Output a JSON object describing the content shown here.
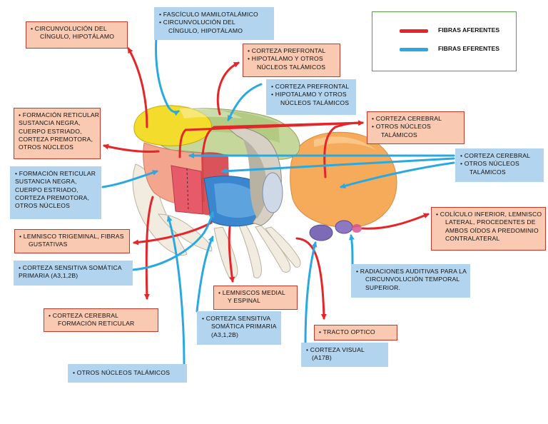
{
  "legend": {
    "afferent": "FIBRAS AFERENTES",
    "efferent": "FIBRAS EFERENTES",
    "afferent_color": "#e4262a",
    "efferent_color": "#2aa9e0"
  },
  "labels": {
    "cingulo_hipotalamo": [
      "• CIRCUNVOLUCIÓN DEL",
      "CÍNGULO, HIPOTÁLAMO"
    ],
    "fasciculo": [
      "• FASCÍCULO MAMILOTALÁMICO",
      "• CIRCUNVOLUCIÓN DEL",
      "CÍNGULO, HIPOTÁLAMO"
    ],
    "prefrontal_aff": [
      "• CORTEZA PREFRONTAL",
      "• HIPOTALAMO Y OTROS",
      "NÚCLEOS TALÁMICOS"
    ],
    "prefrontal_eff": [
      "• CORTEZA PREFRONTAL",
      "• HIPOTALAMO Y OTROS",
      "NÚCLEOS TALÁMICOS"
    ],
    "formacion_aff": [
      "• FORMACIÓN RETICULAR",
      "SUSTANCIA NEGRA,",
      "CUERPO ESTRIADO,",
      "CORTEZA PREMOTORA,",
      "OTROS NÚCLEOS"
    ],
    "cerebral_aff": [
      "• CORTEZA CEREBRAL",
      "• OTROS NÚCLEOS",
      "TALÁMICOS"
    ],
    "cerebral_eff": [
      "• CORTEZA CEREBRAL",
      "• OTROS NÚCLEOS",
      "TALÁMICOS"
    ],
    "formacion_eff": [
      "• FORMACIÓN RETICULAR",
      "SUSTANCIA NEGRA,",
      "CUERPO ESTRIADO,",
      "CORTEZA PREMOTORA,",
      "OTROS NÚCLEOS"
    ],
    "coliculo": [
      "• COLÍCULO INFERIOR, LEMNISCO",
      "LATERAL, PROCEDENTES DE",
      "AMBOS OÍDOS A PREDOMINIO",
      "CONTRALATERAL"
    ],
    "trigeminal": [
      "• LEMNISCO TRIGEMINAL, FIBRAS",
      "GUSTATIVAS"
    ],
    "sensitiva_left": [
      "• CORTEZA SENSITIVA SOMÁTICA",
      "PRIMARIA (A3,1,2B)"
    ],
    "radiaciones": [
      "• RADIACIONES AUDITIVAS PARA LA",
      "CIRCUNVOLUCIÓN TEMPORAL",
      "SUPERIOR."
    ],
    "lemniscos": [
      "• LEMNISCOS MEDIAL",
      "Y ESPINAL"
    ],
    "cerebral_reticular": [
      "• CORTEZA CEREBRAL",
      "FORMACIÓN RETICULAR"
    ],
    "sensitiva_mid": [
      "• CORTEZA SENSITIVA",
      "SOMÁTICA PRIMARIA",
      "(A3,1,2B)"
    ],
    "tracto": [
      "• TRACTO OPTICO"
    ],
    "visual": [
      "• CORTEZA VISUAL",
      "(A17B)"
    ],
    "otros": [
      "• OTROS NÚCLEOS TALÁMICOS"
    ]
  }
}
